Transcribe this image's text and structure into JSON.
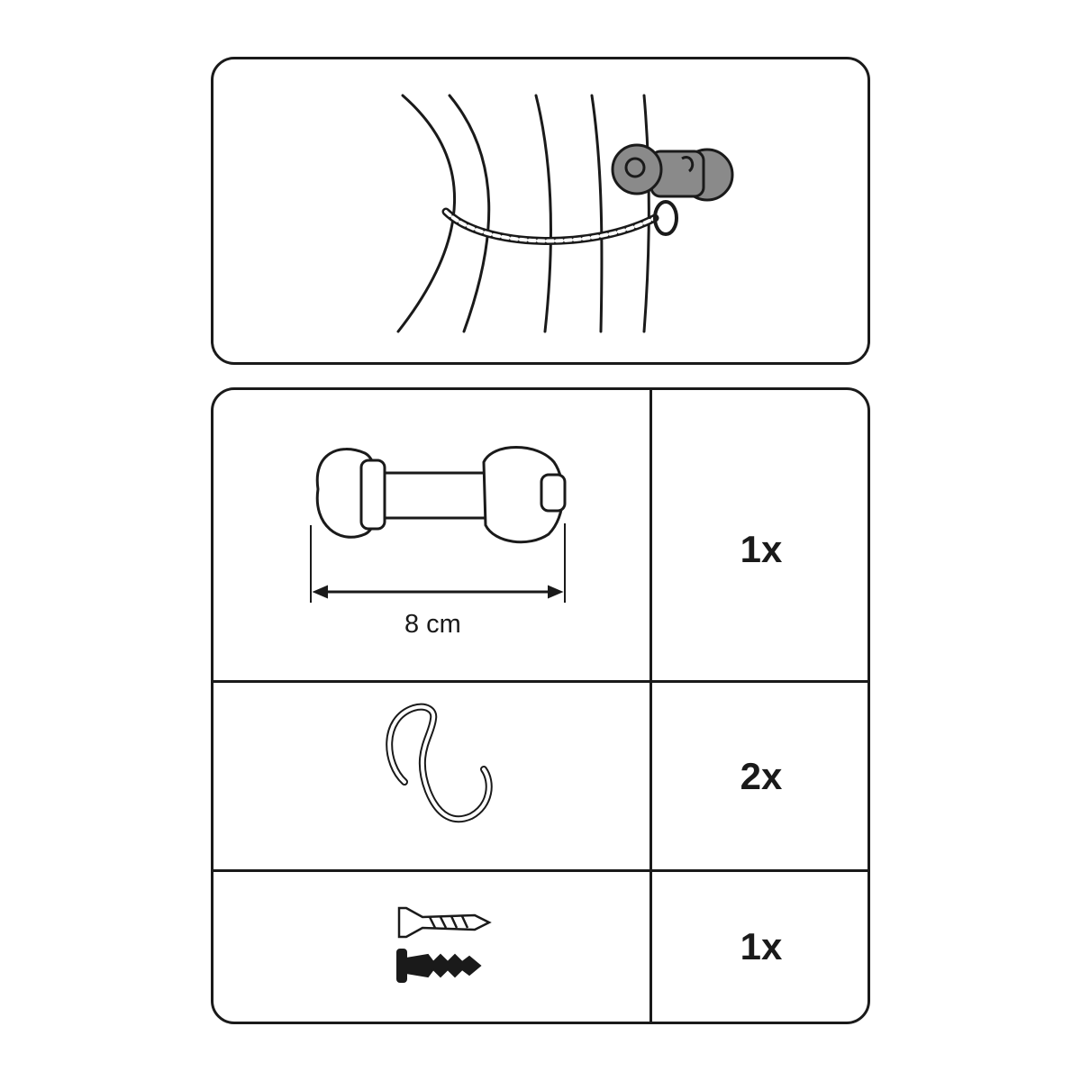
{
  "colors": {
    "line": "#1a1a1a",
    "fill_grey": "#8a8a8a",
    "background": "#ffffff"
  },
  "usage": {
    "illustration": "curtain-tieback-with-knob"
  },
  "parts": [
    {
      "item": "tieback-knob",
      "dimension": "8 cm",
      "quantity": "1x"
    },
    {
      "item": "s-hook",
      "quantity": "2x"
    },
    {
      "item": "screw-and-wall-plug",
      "quantity": "1x"
    }
  ]
}
